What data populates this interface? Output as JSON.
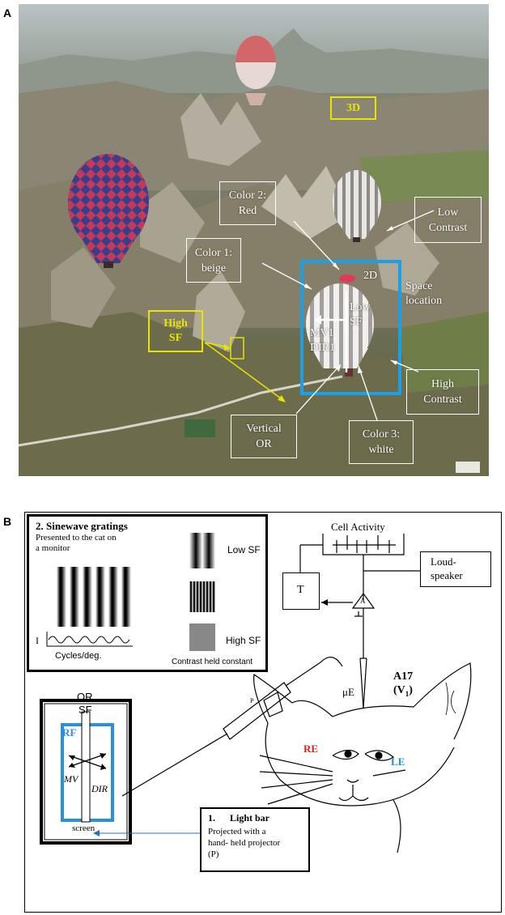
{
  "panel_a": {
    "letter": "A",
    "labels": {
      "three_d": "3D",
      "color2_line1": "Color 2:",
      "color2_line2": "Red",
      "low_contrast_line1": "Low",
      "low_contrast_line2": "Contrast",
      "color1_line1": "Color 1:",
      "color1_line2": "beige",
      "two_d": "2D",
      "space_line1": "Space",
      "space_line2": "location",
      "high_sf_line1": "High",
      "high_sf_line2": "SF",
      "low_sf_line1": "Low",
      "low_sf_line2": "SF",
      "mv1": "MV1",
      "dir1": "DIR1",
      "high_contrast_line1": "High",
      "high_contrast_line2": "Contrast",
      "vertical_or_line1": "Vertical",
      "vertical_or_line2": "OR",
      "color3_line1": "Color 3:",
      "color3_line2": "white"
    },
    "colors": {
      "yellow": "#e6e600",
      "blue": "#1aa0e6",
      "white": "#ffffff"
    }
  },
  "panel_b": {
    "letter": "B",
    "gratings_box": {
      "title": "2. Sinewave gratings",
      "subtitle_line1": "Presented to the cat on",
      "subtitle_line2": "a monitor",
      "intensity_label": "I",
      "axis_label": "Cycles/deg.",
      "low_sf": "Low SF",
      "high_sf": "High SF",
      "contrast_note": "Contrast held constant"
    },
    "recording": {
      "cell_activity": "Cell Activity",
      "loudspeaker_line1": "Loud-",
      "loudspeaker_line2": "speaker",
      "t_box": "T",
      "amp": "A",
      "electrode": "μE",
      "area_line1": "A17",
      "area_line2": "(V",
      "area_sub": "1",
      "area_close": ")",
      "re": "RE",
      "le": "LE",
      "projector": "P"
    },
    "screen": {
      "or": "OR",
      "sf": "SF",
      "rf": "RF",
      "mv": "MV",
      "dir": "DIR",
      "screen_label": "screen"
    },
    "light_bar_box": {
      "title": "1.      Light bar",
      "line1": "Projected with a",
      "line2": "hand- held projector",
      "line3": "(P)"
    },
    "colors": {
      "re": "#d92020",
      "le": "#1e8fd8",
      "rf": "#2b8fe0",
      "arrow": "#2b6fb8"
    }
  }
}
